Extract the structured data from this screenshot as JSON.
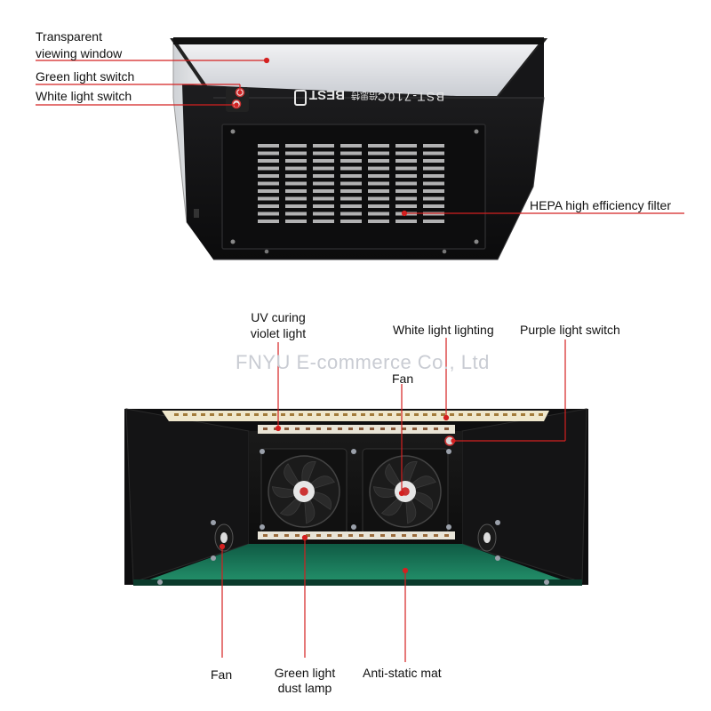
{
  "top_product": {
    "model": "BST-710C",
    "brand": "BEST",
    "brand_chinese": "倍思特",
    "labels": {
      "window_line1": "Transparent",
      "window_line2": "viewing window",
      "green_switch": "Green light switch",
      "white_switch": "White light switch",
      "filter": "HEPA high efficiency filter"
    }
  },
  "bottom_product": {
    "labels": {
      "uv_line1": "UV curing",
      "uv_line2": "violet light",
      "white_lighting": "White light lighting",
      "purple_switch": "Purple light switch",
      "fan_top": "Fan",
      "fan_left": "Fan",
      "green_lamp_line1": "Green light",
      "green_lamp_line2": "dust lamp",
      "mat": "Anti-static mat"
    }
  },
  "watermark": "FNYU E-commerce Co., Ltd",
  "colors": {
    "leader_line": "#d42020",
    "body_black": "#111111",
    "mat_green": "#1f7a5a",
    "led_strip": "#f2ead2"
  }
}
